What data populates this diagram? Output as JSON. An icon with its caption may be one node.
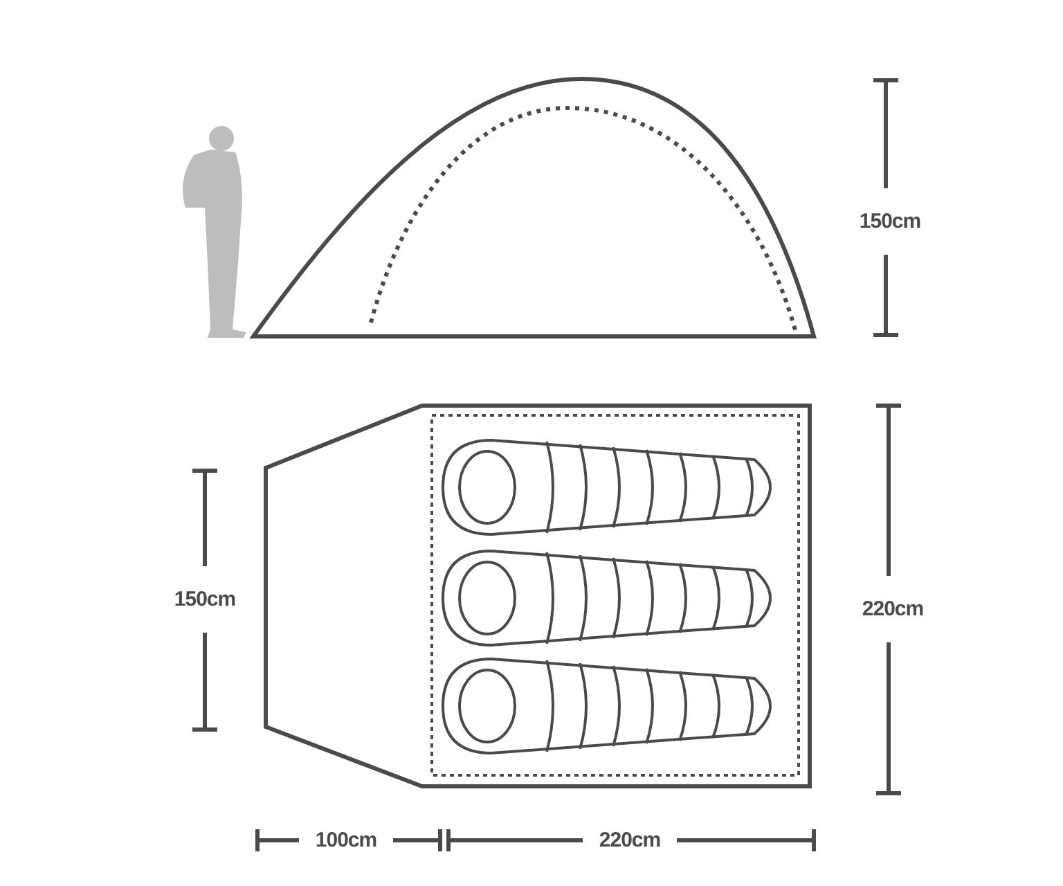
{
  "diagram": {
    "labels": [
      "150cm",
      "150cm",
      "220cm",
      "100cm",
      "220cm"
    ]
  }
}
